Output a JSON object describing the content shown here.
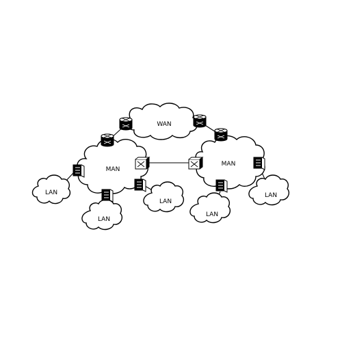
{
  "diagram": {
    "clouds": [
      {
        "id": "wan",
        "label": "WAN"
      },
      {
        "id": "man-left",
        "label": "MAN"
      },
      {
        "id": "man-right",
        "label": "MAN"
      },
      {
        "id": "lan-1",
        "label": "LAN"
      },
      {
        "id": "lan-2",
        "label": "LAN"
      },
      {
        "id": "lan-3",
        "label": "LAN"
      },
      {
        "id": "lan-4",
        "label": "LAN"
      },
      {
        "id": "lan-5",
        "label": "LAN"
      }
    ],
    "devices": [
      {
        "id": "router-wan-left",
        "icon": "router-icon"
      },
      {
        "id": "router-wan-right",
        "icon": "router-icon"
      },
      {
        "id": "router-man-left",
        "icon": "router-icon"
      },
      {
        "id": "router-man-right",
        "icon": "router-icon"
      },
      {
        "id": "switch-man-left",
        "icon": "switch-icon"
      },
      {
        "id": "switch-man-right",
        "icon": "switch-icon"
      },
      {
        "id": "bridge-lan-1",
        "icon": "bridge-icon"
      },
      {
        "id": "bridge-lan-2",
        "icon": "bridge-icon"
      },
      {
        "id": "bridge-lan-3",
        "icon": "bridge-icon"
      },
      {
        "id": "bridge-lan-4",
        "icon": "bridge-icon"
      },
      {
        "id": "bridge-lan-5",
        "icon": "bridge-icon"
      }
    ]
  }
}
